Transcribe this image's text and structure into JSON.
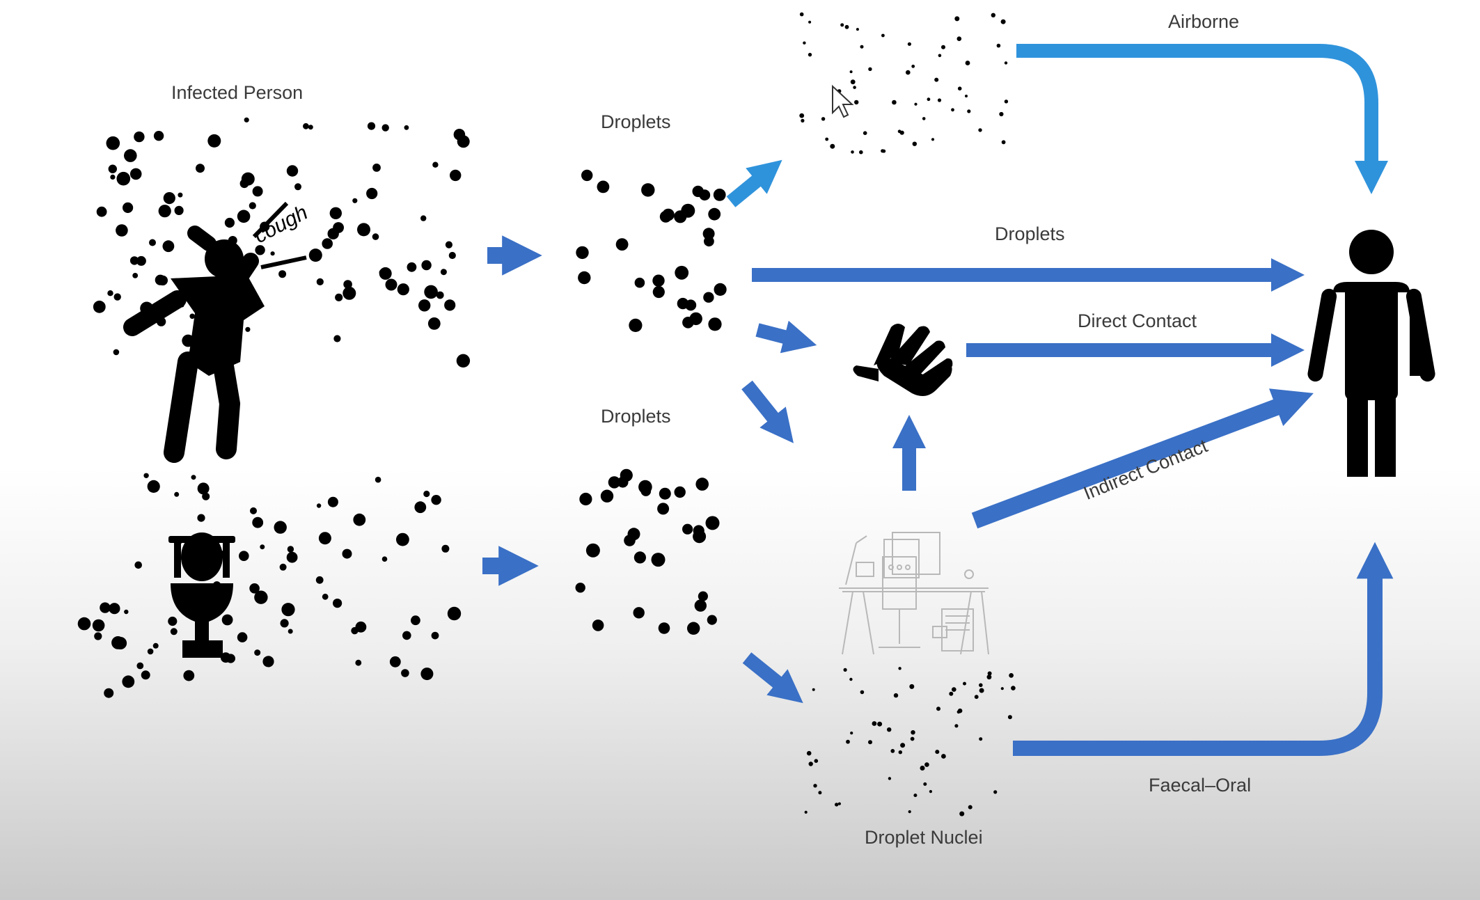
{
  "labels": {
    "infected_person": "Infected Person",
    "droplets_top": "Droplets",
    "droplets_mid": "Droplets",
    "airborne": "Airborne",
    "droplets_route": "Droplets",
    "direct_contact": "Direct Contact",
    "indirect_contact": "Indirect Contact",
    "faecal_oral": "Faecal–Oral",
    "droplet_nuclei": "Droplet Nuclei",
    "cough": "cough"
  },
  "colors": {
    "arrow_blue": "#3a70c6",
    "arrow_light_blue": "#2f93dc",
    "ink": "#000000",
    "label": "#3a3a3a"
  },
  "icons": [
    "coughing-person-icon",
    "toilet-icon",
    "hand-icon",
    "desk-workspace-icon",
    "receiving-person-icon",
    "mouse-cursor-icon"
  ]
}
